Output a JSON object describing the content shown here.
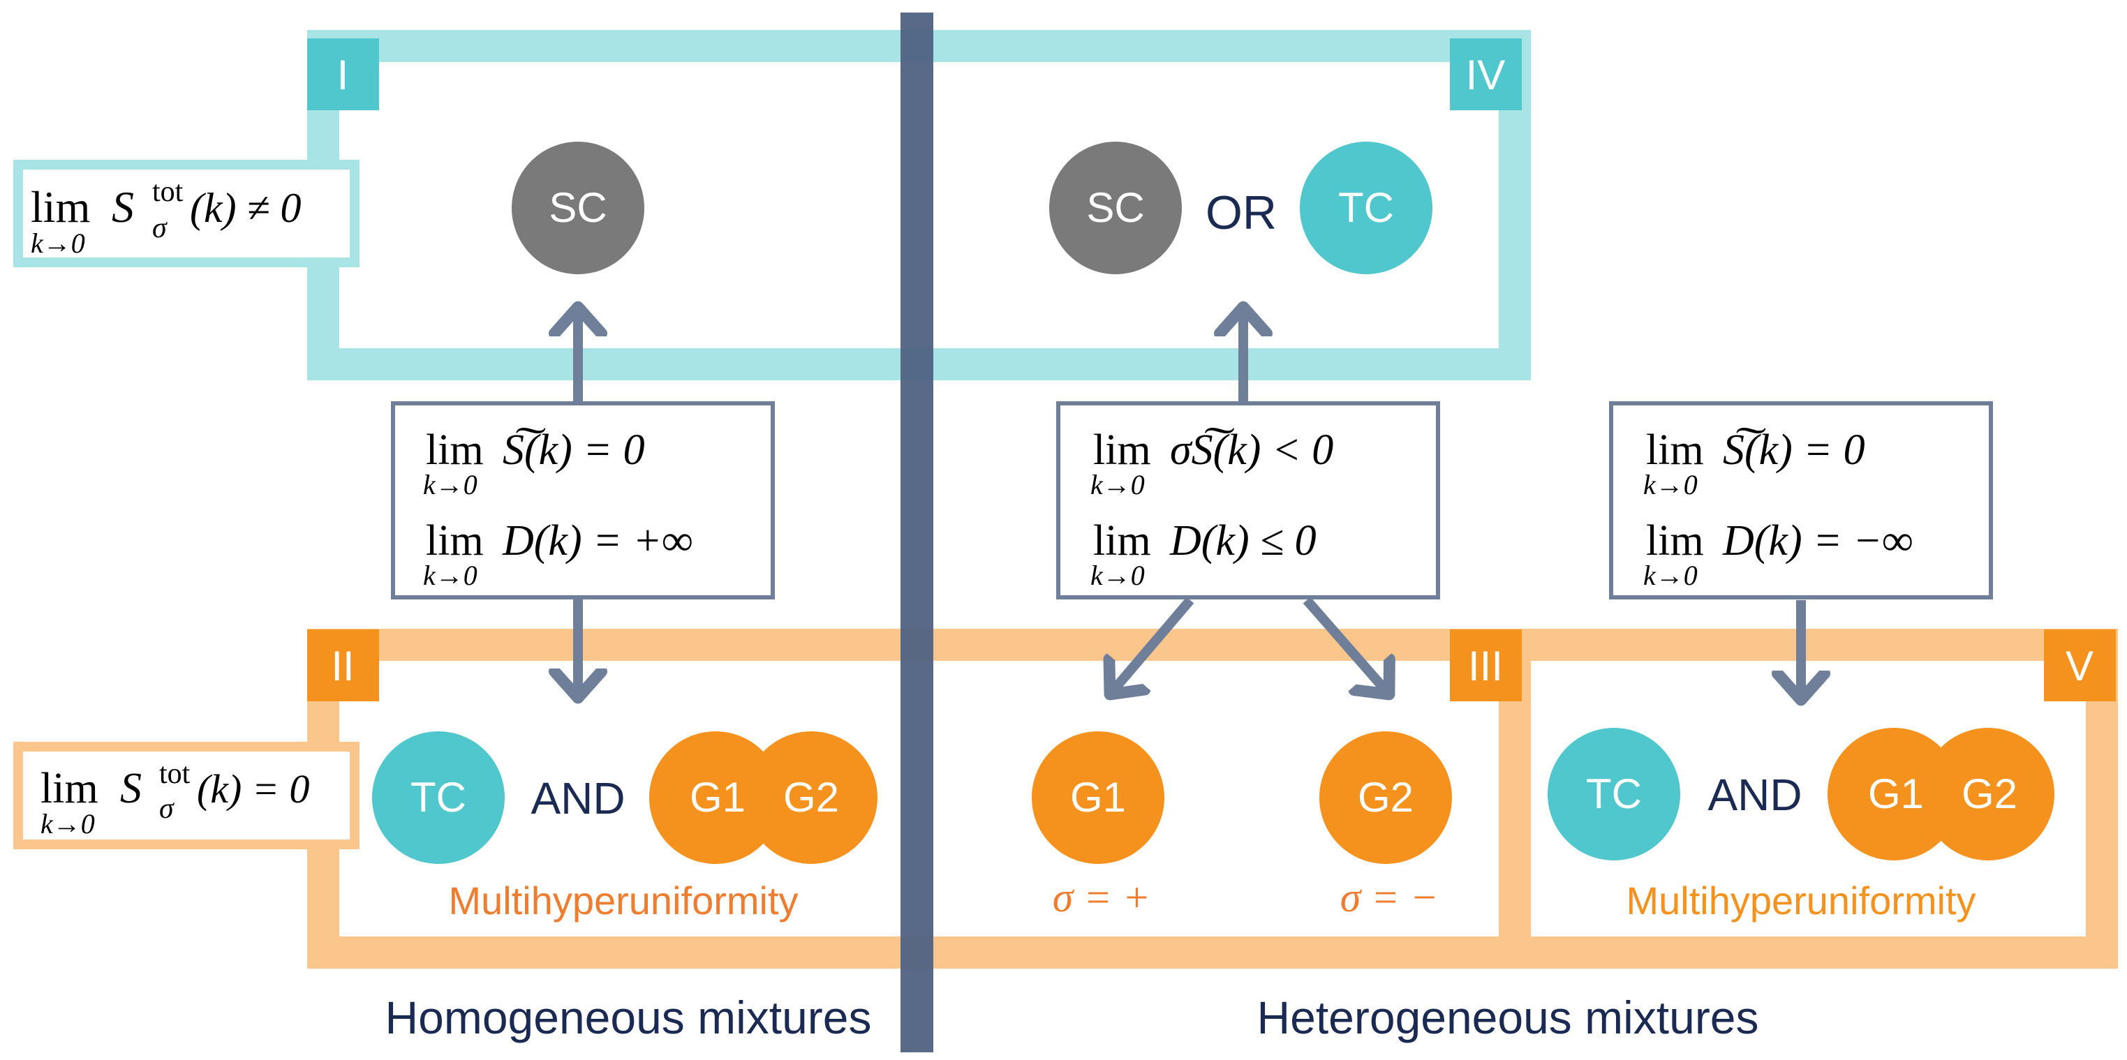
{
  "colors": {
    "cyan_frame": "#a8e3e6",
    "orange_frame": "#fbc68c",
    "cyan_label": "#4fc7cc",
    "orange_label": "#f5921e",
    "divider": "#4f6282",
    "sc_gray": "#7a7a7a",
    "tc_cyan": "#4fc7cc",
    "g_orange": "#f5921e",
    "navy_text": "#1b2a52",
    "orange_text": "#ee7d2f",
    "box_border": "#6f7f9a",
    "arrow": "#6f7f9a"
  },
  "regions": {
    "I": "I",
    "II": "II",
    "III": "III",
    "IV": "IV",
    "V": "V"
  },
  "side_conditions": {
    "top": {
      "lim": "lim",
      "sub": "k→0",
      "S": "S",
      "sup": "tot",
      "sigma": "σ",
      "rest": "(k) ≠ 0"
    },
    "bottom": {
      "lim": "lim",
      "sub": "k→0",
      "S": "S",
      "sup": "tot",
      "sigma": "σ",
      "rest": "(k) = 0"
    }
  },
  "nodes": {
    "sc_left": "SC",
    "sc_right": "SC",
    "or": "OR",
    "tc_top_right": "TC",
    "tc_left": "TC",
    "and_left": "AND",
    "g1_left": "G1",
    "g2_left": "G2",
    "g1_mid": "G1",
    "g2_mid": "G2",
    "tc_right": "TC",
    "and_right": "AND",
    "g1_right": "G1",
    "g2_right": "G2"
  },
  "conditions": {
    "left": {
      "line1": {
        "lim": "lim",
        "sub": "k→0",
        "body": "S͠(k) = 0"
      },
      "line2": {
        "lim": "lim",
        "sub": "k→0",
        "body": "D(k) = +∞"
      }
    },
    "middle": {
      "line1": {
        "lim": "lim",
        "sub": "k→0",
        "body": "σS͠(k) < 0"
      },
      "line2": {
        "lim": "lim",
        "sub": "k→0",
        "body": "D(k) ≤ 0"
      }
    },
    "right": {
      "line1": {
        "lim": "lim",
        "sub": "k→0",
        "body": "S͠(k) = 0"
      },
      "line2": {
        "lim": "lim",
        "sub": "k→0",
        "body": "D(k) = −∞"
      }
    }
  },
  "sigma_labels": {
    "plus": "σ = +",
    "minus": "σ = −"
  },
  "multihyper_left": "Multihyperuniformity",
  "multihyper_right": "Multihyperuniformity",
  "footer": {
    "left": "Homogeneous mixtures",
    "right": "Heterogeneous mixtures"
  }
}
